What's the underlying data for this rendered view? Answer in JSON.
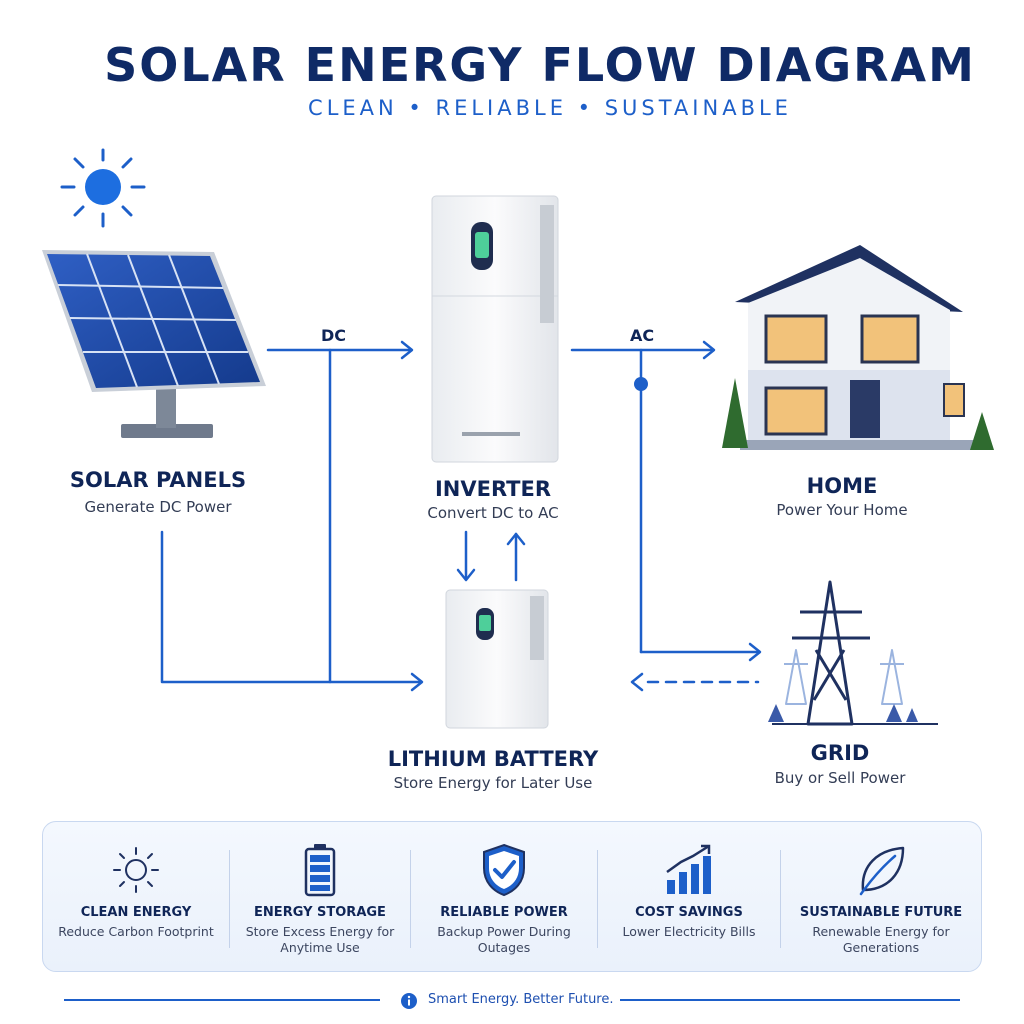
{
  "header": {
    "title": "SOLAR ENERGY FLOW DIAGRAM",
    "subtitle": "CLEAN • RELIABLE • SUSTAINABLE"
  },
  "nodes": {
    "solar": {
      "title": "SOLAR PANELS",
      "subtitle": "Generate DC Power"
    },
    "inverter": {
      "title": "INVERTER",
      "subtitle": "Convert DC to AC"
    },
    "home": {
      "title": "HOME",
      "subtitle": "Power Your Home"
    },
    "battery": {
      "title": "LITHIUM BATTERY",
      "subtitle": "Store Energy for Later Use"
    },
    "grid": {
      "title": "GRID",
      "subtitle": "Buy or Sell Power"
    }
  },
  "flows": {
    "dc_label": "DC",
    "ac_label": "AC"
  },
  "features": [
    {
      "icon": "sun-icon",
      "title": "CLEAN ENERGY",
      "desc": "Reduce Carbon Footprint"
    },
    {
      "icon": "battery-icon",
      "title": "ENERGY STORAGE",
      "desc": "Store Excess Energy for Anytime Use"
    },
    {
      "icon": "shield-check-icon",
      "title": "RELIABLE POWER",
      "desc": "Backup Power During Outages"
    },
    {
      "icon": "bar-chart-icon",
      "title": "COST SAVINGS",
      "desc": "Lower Electricity Bills"
    },
    {
      "icon": "leaf-icon",
      "title": "SUSTAINABLE FUTURE",
      "desc": "Renewable Energy for Generations"
    }
  ],
  "footer": {
    "tagline": "Smart Energy. Better Future.",
    "icon": "info-icon"
  },
  "colors": {
    "navy": "#0f2a66",
    "accent": "#1d5fc9",
    "panel_bg": "#eef4fc"
  }
}
